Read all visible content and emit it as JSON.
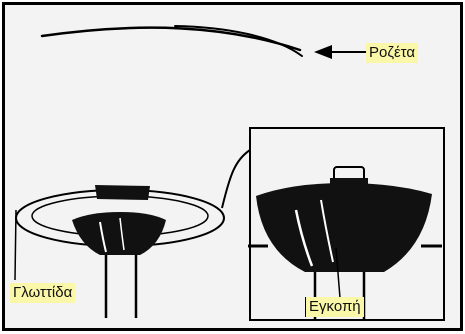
{
  "labels": {
    "rosette": "Ροζέτα",
    "tongue": "Γλωττίδα",
    "notch": "Εγκοπή"
  },
  "colors": {
    "background": "#f3f3f3",
    "ink": "#000000",
    "label_background": "#fbf7a8"
  }
}
